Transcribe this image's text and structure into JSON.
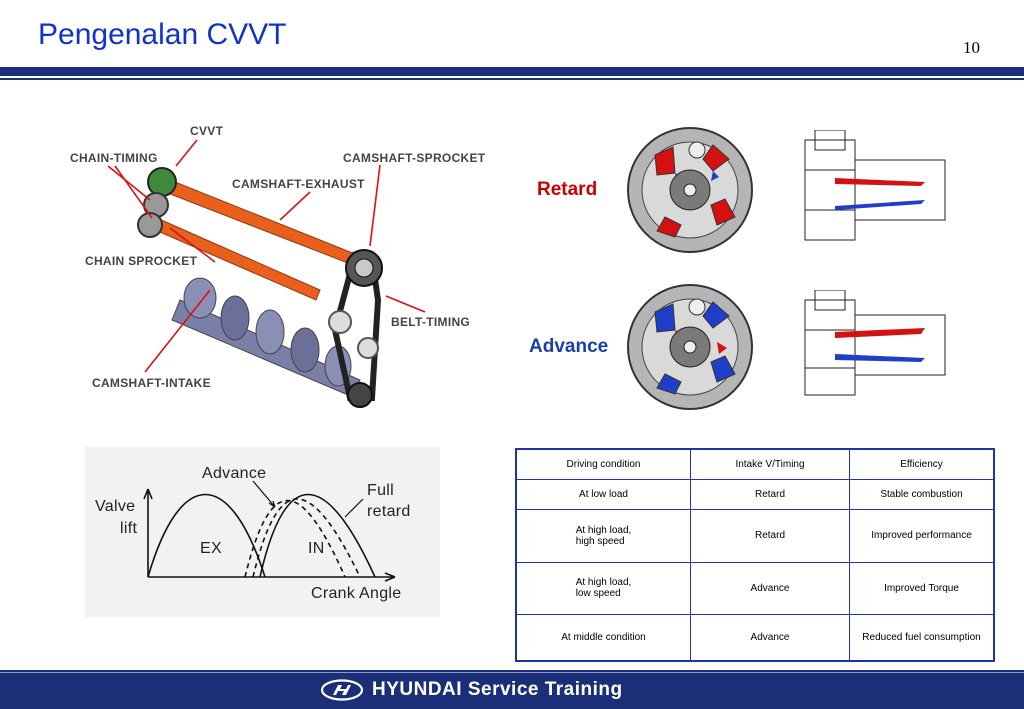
{
  "header": {
    "title": "Pengenalan CVVT",
    "page_number": "10"
  },
  "engine_labels": {
    "cvvt": "CVVT",
    "chain_timing": "CHAIN-TIMING",
    "camshaft_sprocket": "CAMSHAFT-SPROCKET",
    "camshaft_exhaust": "CAMSHAFT-EXHAUST",
    "chain_sprocket": "CHAIN SPROCKET",
    "belt_timing": "BELT-TIMING",
    "camshaft_intake": "CAMSHAFT-INTAKE"
  },
  "states": {
    "retard": "Retard",
    "advance": "Advance"
  },
  "graph": {
    "y_label_line1": "Valve",
    "y_label_line2": "lift",
    "x_label": "Crank Angle",
    "advance": "Advance",
    "full_line1": "Full",
    "full_line2": "retard",
    "ex": "EX",
    "in": "IN"
  },
  "table": {
    "headers": [
      "Driving condition",
      "Intake V/Timing",
      "Efficiency"
    ],
    "rows": [
      {
        "condition_1": "At low load",
        "condition_2": "",
        "timing": "Retard",
        "efficiency": "Stable combustion"
      },
      {
        "condition_1": "At high load,",
        "condition_2": "high speed",
        "timing": "Retard",
        "efficiency": "Improved performance"
      },
      {
        "condition_1": "At high load,",
        "condition_2": "low speed",
        "timing": "Advance",
        "efficiency": "Improved Torque"
      },
      {
        "condition_1": "At middle condition",
        "condition_2": "",
        "timing": "Advance",
        "efficiency": "Reduced fuel consumption"
      }
    ]
  },
  "footer": {
    "brand": "HYUNDAI Service Training"
  },
  "colors": {
    "title": "#1133cc",
    "bar": "#1a2f78",
    "retard": "#cc0000",
    "advance": "#1a3fa8",
    "camshaft": "#e8601c"
  }
}
